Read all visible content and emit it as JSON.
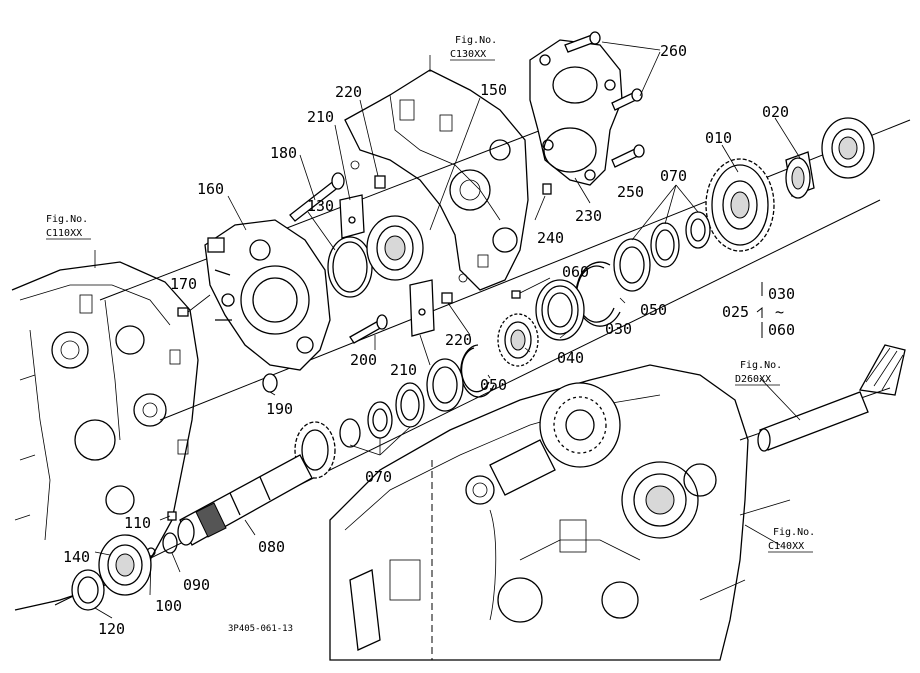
{
  "figure_refs": [
    {
      "id": "c130",
      "title": "Fig.No.",
      "code": "C130XX"
    },
    {
      "id": "c110",
      "title": "Fig.No.",
      "code": "C110XX"
    },
    {
      "id": "d260",
      "title": "Fig.No.",
      "code": "D260XX"
    },
    {
      "id": "c140",
      "title": "Fig.No.",
      "code": "C140XX"
    }
  ],
  "part_labels": [
    {
      "id": "260",
      "text": "260"
    },
    {
      "id": "010",
      "text": "010"
    },
    {
      "id": "020",
      "text": "020"
    },
    {
      "id": "220a",
      "text": "220"
    },
    {
      "id": "150",
      "text": "150"
    },
    {
      "id": "210a",
      "text": "210"
    },
    {
      "id": "180",
      "text": "180"
    },
    {
      "id": "160",
      "text": "160"
    },
    {
      "id": "130",
      "text": "130"
    },
    {
      "id": "070a",
      "text": "070"
    },
    {
      "id": "250",
      "text": "250"
    },
    {
      "id": "230",
      "text": "230"
    },
    {
      "id": "240",
      "text": "240"
    },
    {
      "id": "170",
      "text": "170"
    },
    {
      "id": "060",
      "text": "060"
    },
    {
      "id": "050a",
      "text": "050"
    },
    {
      "id": "030",
      "text": "030"
    },
    {
      "id": "220b",
      "text": "220"
    },
    {
      "id": "040",
      "text": "040"
    },
    {
      "id": "200",
      "text": "200"
    },
    {
      "id": "210b",
      "text": "210"
    },
    {
      "id": "050b",
      "text": "050"
    },
    {
      "id": "190",
      "text": "190"
    },
    {
      "id": "070b",
      "text": "070"
    },
    {
      "id": "110",
      "text": "110"
    },
    {
      "id": "080",
      "text": "080"
    },
    {
      "id": "140",
      "text": "140"
    },
    {
      "id": "090",
      "text": "090"
    },
    {
      "id": "100",
      "text": "100"
    },
    {
      "id": "120",
      "text": "120"
    }
  ],
  "assembly_note": {
    "parent": "025",
    "child_top": "030",
    "connector": "~",
    "child_bottom": "060"
  },
  "drawing_code": "3P405-061-13"
}
